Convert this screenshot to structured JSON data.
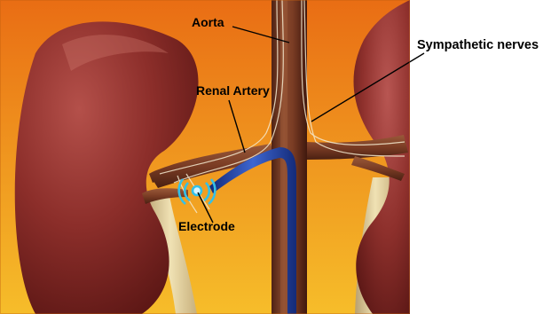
{
  "labels": {
    "aorta": "Aorta",
    "renal_artery": "Renal Artery",
    "sympathetic_nerves": "Sympathetic nerves",
    "electrode": "Electrode"
  },
  "colors": {
    "background_top": "#ee7a18",
    "background_bottom": "#f5b623",
    "kidney": "#8a2a26",
    "aorta": "#7a3a24",
    "catheter": "#2c4fb4",
    "electrode_signal": "#34c0e8",
    "nerve": "#f4ead0"
  },
  "icons": [
    "electrode-signal-icon"
  ]
}
